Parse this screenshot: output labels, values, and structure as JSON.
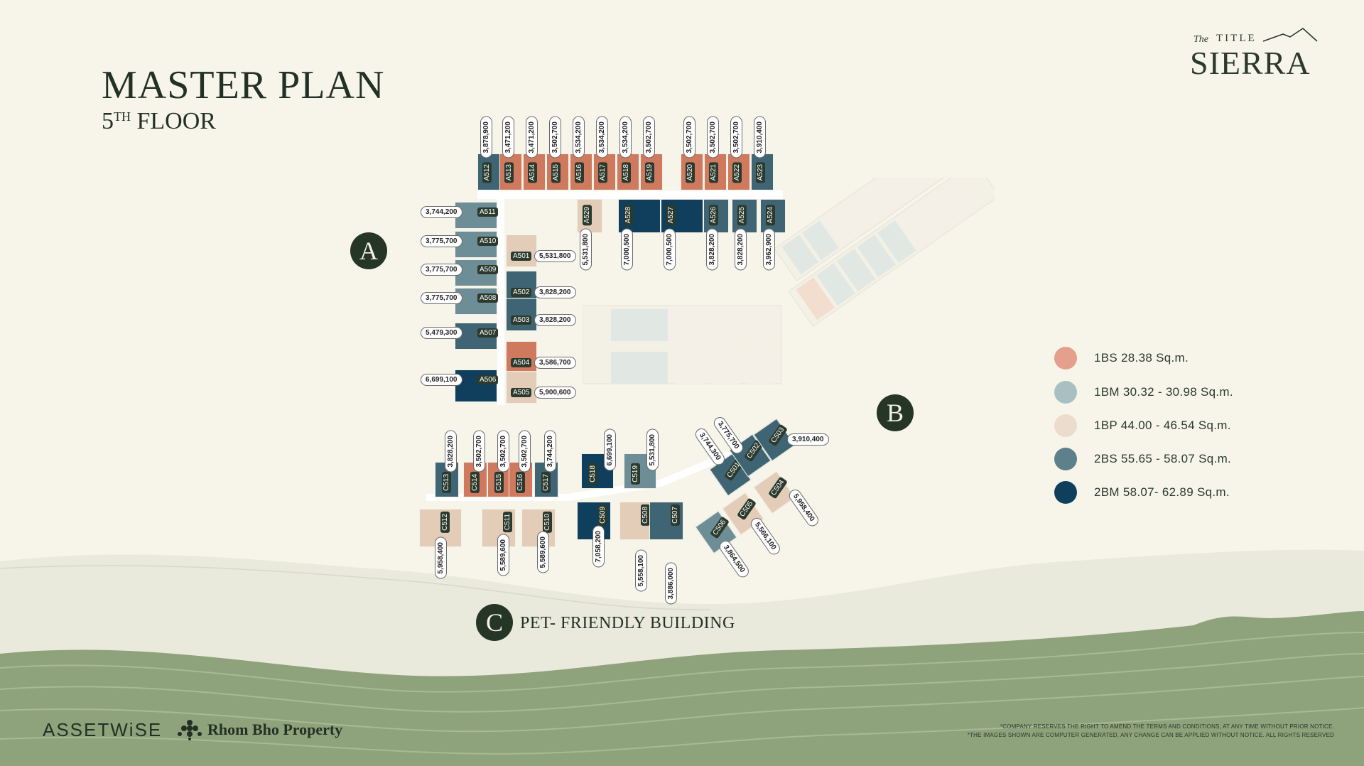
{
  "header": {
    "title": "MASTER PLAN",
    "subtitle_num": "5",
    "subtitle_sup": "TH",
    "subtitle_text": "FLOOR"
  },
  "logo": {
    "the": "The",
    "title": "TITLE",
    "sierra": "SIERRA"
  },
  "buildings": {
    "a": "A",
    "b": "B",
    "c": "C",
    "c_caption": "PET- FRIENDLY BUILDING"
  },
  "legend": [
    {
      "label": "1BS  28.38 Sq.m.",
      "color": "#e4a08d"
    },
    {
      "label": "1BM  30.32 - 30.98 Sq.m.",
      "color": "#a9c0c2"
    },
    {
      "label": "1BP  44.00 - 46.54 Sq.m.",
      "color": "#ecdcce"
    },
    {
      "label": "2BS  55.65 - 58.07 Sq.m.",
      "color": "#5e7f8c"
    },
    {
      "label": "2BM  58.07- 62.89 Sq.m.",
      "color": "#0f3f5c"
    }
  ],
  "units_a_top": [
    {
      "id": "A512",
      "price": "3,878,900"
    },
    {
      "id": "A513",
      "price": "3,471,200"
    },
    {
      "id": "A514",
      "price": "3,471,200"
    },
    {
      "id": "A515",
      "price": "3,502,700"
    },
    {
      "id": "A516",
      "price": "3,534,200"
    },
    {
      "id": "A517",
      "price": "3,534,200"
    },
    {
      "id": "A518",
      "price": "3,534,200"
    },
    {
      "id": "A519",
      "price": "3,502,700"
    },
    {
      "id": "A520",
      "price": "3,502,700"
    },
    {
      "id": "A521",
      "price": "3,502,700"
    },
    {
      "id": "A522",
      "price": "3,502,700"
    },
    {
      "id": "A523",
      "price": "3,910,400"
    }
  ],
  "units_a_inner": [
    {
      "id": "A529",
      "price": "5,531,800"
    },
    {
      "id": "A528",
      "price": "7,000,500"
    },
    {
      "id": "A527",
      "price": "7,000,500"
    },
    {
      "id": "A526",
      "price": "3,828,200"
    },
    {
      "id": "A525",
      "price": "3,828,200"
    },
    {
      "id": "A524",
      "price": "3,962,900"
    }
  ],
  "units_a_left": [
    {
      "id": "A511",
      "price": "3,744,200"
    },
    {
      "id": "A510",
      "price": "3,775,700"
    },
    {
      "id": "A509",
      "price": "3,775,700"
    },
    {
      "id": "A508",
      "price": "3,775,700"
    },
    {
      "id": "A507",
      "price": "5,479,300"
    },
    {
      "id": "A506",
      "price": "6,699,100"
    }
  ],
  "units_a_right": [
    {
      "id": "A501",
      "price": "5,531,800"
    },
    {
      "id": "A502",
      "price": "3,828,200"
    },
    {
      "id": "A503",
      "price": "3,828,200"
    },
    {
      "id": "A504",
      "price": "3,586,700"
    },
    {
      "id": "A505",
      "price": "5,900,600"
    }
  ],
  "units_c_top": [
    {
      "id": "C513",
      "price": "3,828,200"
    },
    {
      "id": "C514",
      "price": "3,502,700"
    },
    {
      "id": "C515",
      "price": "3,502,700"
    },
    {
      "id": "C516",
      "price": "3,502,700"
    },
    {
      "id": "C517",
      "price": "3,744,200"
    },
    {
      "id": "C518",
      "price": "6,699,100"
    },
    {
      "id": "C519",
      "price": "5,531,800"
    }
  ],
  "units_c_bottom": [
    {
      "id": "C512",
      "price": "5,958,400"
    },
    {
      "id": "C511",
      "price": "5,589,600"
    },
    {
      "id": "C510",
      "price": "5,589,600"
    },
    {
      "id": "C509",
      "price": "7,058,200"
    },
    {
      "id": "C508",
      "price": "5,558,100"
    },
    {
      "id": "C507",
      "price": "3,886,000"
    }
  ],
  "units_c_wing": [
    {
      "id": "C501",
      "price": "3,744,300"
    },
    {
      "id": "C502",
      "price": "3,775,700"
    },
    {
      "id": "C503",
      "price": "3,910,400"
    },
    {
      "id": "C504",
      "price": "5,958,400"
    },
    {
      "id": "C505",
      "price": "5,566,100"
    },
    {
      "id": "C506",
      "price": "3,864,500"
    }
  ],
  "footer": {
    "assetwise": "ASSETWiSE",
    "rhombho": "Rhom Bho Property",
    "disclaimer_1": "*COMPANY RESERVES THE RIGHT TO AMEND THE TERMS AND CONDITIONS, AT ANY TIME WITHOUT PRIOR NOTICE.",
    "disclaimer_2": "*THE IMAGES SHOWN ARE COMPUTER GENERATED, ANY CHANGE CAN BE APPLIED WITHOUT NOTICE. ALL RIGHTS RESERVED"
  }
}
